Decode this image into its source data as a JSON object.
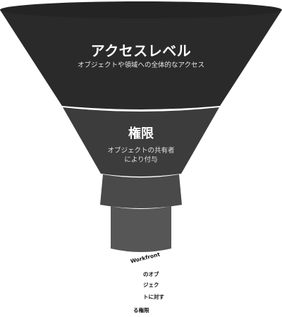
{
  "funnel": {
    "top": {
      "title": "アクセスレベル",
      "subtitle": "オブジェクトや領域への全体的なアクセス",
      "color": "#2a2a2a"
    },
    "middle": {
      "title": "権限",
      "subtitle_line1": "オブジェクトの共有者",
      "subtitle_line2": "により付与",
      "color": "#3c3c3c"
    },
    "bottom": {
      "color": "#555555",
      "caption_lines": [
        "Workfront",
        "のオブ",
        "ジェク",
        "トに対す",
        "る権限"
      ]
    }
  }
}
